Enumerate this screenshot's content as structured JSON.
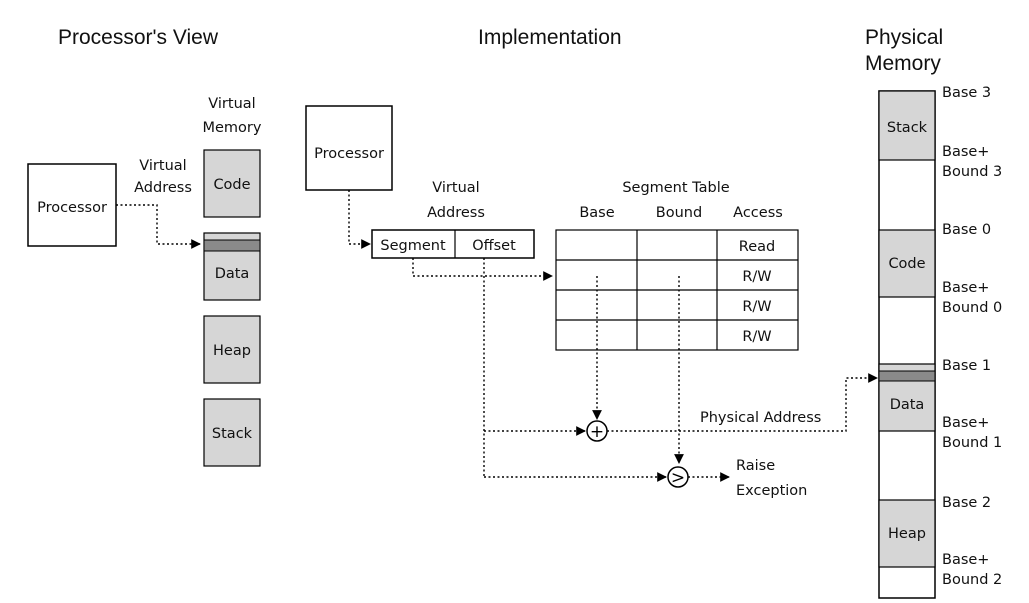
{
  "colors": {
    "segment_fill": "#d6d6d6",
    "band_fill": "#8a8a8a",
    "line": "#000000"
  },
  "headings": {
    "left": "Processor's View",
    "middle": "Implementation",
    "right_line1": "Physical",
    "right_line2": "Memory"
  },
  "left": {
    "processor": "Processor",
    "va_line1": "Virtual",
    "va_line2": "Address",
    "vm_line1": "Virtual",
    "vm_line2": "Memory",
    "segments": [
      "Code",
      "Data",
      "Heap",
      "Stack"
    ]
  },
  "middle": {
    "processor": "Processor",
    "va_line1": "Virtual",
    "va_line2": "Address",
    "segment_field": "Segment",
    "offset_field": "Offset",
    "table_title": "Segment Table",
    "columns": [
      "Base",
      "Bound",
      "Access"
    ],
    "rows": [
      {
        "access": "Read"
      },
      {
        "access": "R/W"
      },
      {
        "access": "R/W"
      },
      {
        "access": "R/W"
      }
    ],
    "adder_symbol": "+",
    "compare_symbol": ">",
    "physical_address": "Physical Address",
    "raise_line1": "Raise",
    "raise_line2": "Exception"
  },
  "right": {
    "segments": [
      "Stack",
      "Code",
      "Data",
      "Heap"
    ],
    "labels": {
      "base3": "Base 3",
      "bb3_a": "Base+",
      "bb3_b": "Bound 3",
      "base0": "Base 0",
      "bb0_a": "Base+",
      "bb0_b": "Bound 0",
      "base1": "Base 1",
      "bb1_a": "Base+",
      "bb1_b": "Bound 1",
      "base2": "Base 2",
      "bb2_a": "Base+",
      "bb2_b": "Bound 2"
    }
  }
}
